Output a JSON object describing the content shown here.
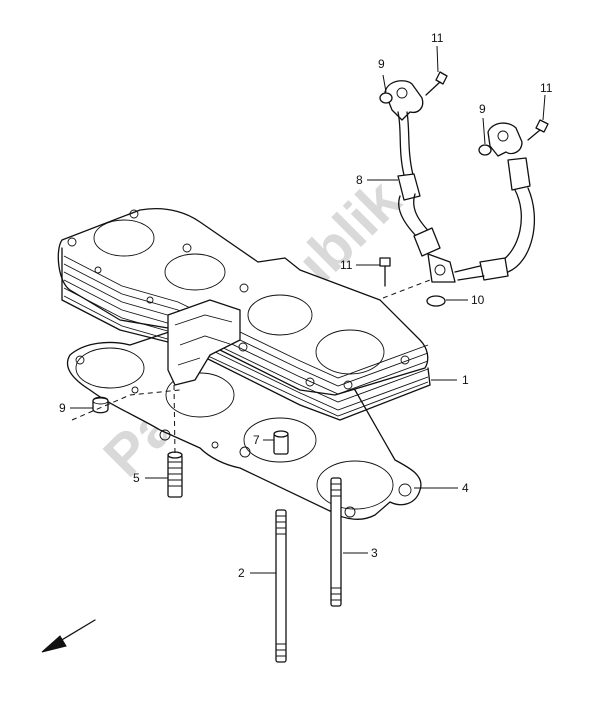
{
  "watermark": "PartsRepublik",
  "callouts": [
    {
      "id": "1",
      "part": "cylinder"
    },
    {
      "id": "2",
      "part": "stud-long"
    },
    {
      "id": "3",
      "part": "stud-long"
    },
    {
      "id": "4",
      "part": "cylinder-gasket"
    },
    {
      "id": "5",
      "part": "dowel-pin"
    },
    {
      "id": "7",
      "part": "dowel-pin"
    },
    {
      "id": "8",
      "part": "oil-hose-left"
    },
    {
      "id": "9",
      "part": "o-ring"
    },
    {
      "id": "9",
      "part": "o-ring"
    },
    {
      "id": "9",
      "part": "o-ring"
    },
    {
      "id": "10",
      "part": "o-ring"
    },
    {
      "id": "11",
      "part": "bolt"
    },
    {
      "id": "11",
      "part": "bolt"
    },
    {
      "id": "11",
      "part": "bolt"
    }
  ],
  "direction_arrow": "front-arrow"
}
